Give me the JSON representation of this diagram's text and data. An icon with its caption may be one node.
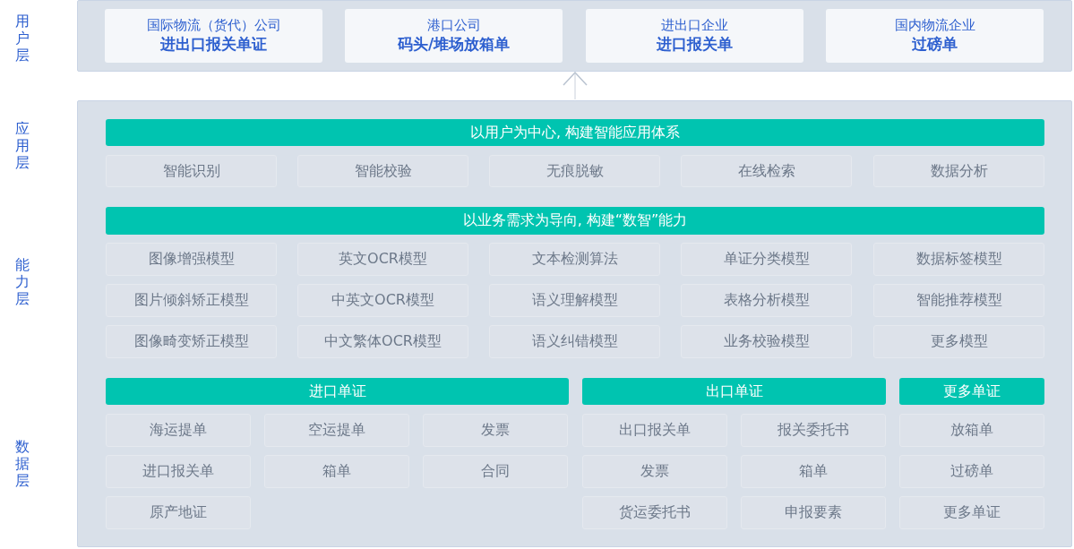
{
  "diagram": {
    "nodes": [
      {
        "text": [],
        "shape": "box"
      },
      {
        "text": [
          "国际物流（货代）公司",
          "进出口报关单证"
        ],
        "in": 0
      },
      {
        "text": [
          "港口公司",
          "码头/堆场放箱单"
        ],
        "in": 0
      },
      {
        "text": [
          "进出口企业",
          "进口报关单"
        ],
        "in": 0
      },
      {
        "text": [
          "国内物流企业",
          "过磅单"
        ],
        "in": 0
      },
      {
        "text": [],
        "shape": "box"
      },
      {
        "text": [
          "以用户为中心, 构建智能应用体系"
        ],
        "in": 5
      },
      {
        "text": [
          "智能识别"
        ],
        "in": 5
      },
      {
        "text": [
          "智能校验"
        ],
        "in": 5
      },
      {
        "text": [
          "无痕脱敏"
        ],
        "in": 5
      },
      {
        "text": [
          "在线检索"
        ],
        "in": 5
      },
      {
        "text": [
          "数据分析"
        ],
        "in": 5
      },
      {
        "text": [
          "以业务需求为导向, 构建“数智”能力"
        ],
        "in": 5
      },
      {
        "text": [
          "图像增强模型"
        ],
        "in": 5
      },
      {
        "text": [
          "英文OCR模型"
        ],
        "in": 5
      },
      {
        "text": [
          "文本检测算法"
        ],
        "in": 5
      },
      {
        "text": [
          "单证分类模型"
        ],
        "in": 5
      },
      {
        "text": [
          "数据标签模型"
        ],
        "in": 5
      },
      {
        "text": [
          "图片倾斜矫正模型"
        ],
        "in": 5
      },
      {
        "text": [
          "中英文OCR模型"
        ],
        "in": 5
      },
      {
        "text": [
          "语义理解模型"
        ],
        "in": 5
      },
      {
        "text": [
          "表格分析模型"
        ],
        "in": 5
      },
      {
        "text": [
          "智能推荐模型"
        ],
        "in": 5
      },
      {
        "text": [
          "图像畸变矫正模型"
        ],
        "in": 5
      },
      {
        "text": [
          "中文繁体OCR模型"
        ],
        "in": 5
      },
      {
        "text": [
          "语义纠错模型"
        ],
        "in": 5
      },
      {
        "text": [
          "业务校验模型"
        ],
        "in": 5
      },
      {
        "text": [
          "更多模型"
        ],
        "in": 5
      },
      {
        "text": [
          "进口单证"
        ],
        "in": 5
      },
      {
        "text": [
          "出口单证"
        ],
        "in": 5
      },
      {
        "text": [
          "更多单证"
        ],
        "in": 5
      },
      {
        "text": [
          "海运提单"
        ],
        "in": 5
      },
      {
        "text": [
          "空运提单"
        ],
        "in": 5
      },
      {
        "text": [
          "发票"
        ],
        "in": 5
      },
      {
        "text": [
          "出口报关单"
        ],
        "in": 5
      },
      {
        "text": [
          "报关委托书"
        ],
        "in": 5
      },
      {
        "text": [
          "放箱单"
        ],
        "in": 5
      },
      {
        "text": [
          "进口报关单"
        ],
        "in": 5
      },
      {
        "text": [
          "箱单"
        ],
        "in": 5
      },
      {
        "text": [
          "合同"
        ],
        "in": 5
      },
      {
        "text": [
          "发票"
        ],
        "in": 5
      },
      {
        "text": [
          "箱单"
        ],
        "in": 5
      },
      {
        "text": [
          "过磅单"
        ],
        "in": 5
      },
      {
        "text": [
          "原产地证"
        ],
        "in": 5
      },
      {
        "text": [
          "货运委托书"
        ],
        "in": 5
      },
      {
        "text": [
          "申报要素"
        ],
        "in": 5
      },
      {
        "text": [
          "更多单证"
        ],
        "in": 5
      }
    ],
    "edges": [
      {
        "from": 5,
        "to": 0,
        "arrow": "to"
      }
    ],
    "labels": [
      "用户层",
      "应用层",
      "能力层",
      "数据层"
    ]
  }
}
